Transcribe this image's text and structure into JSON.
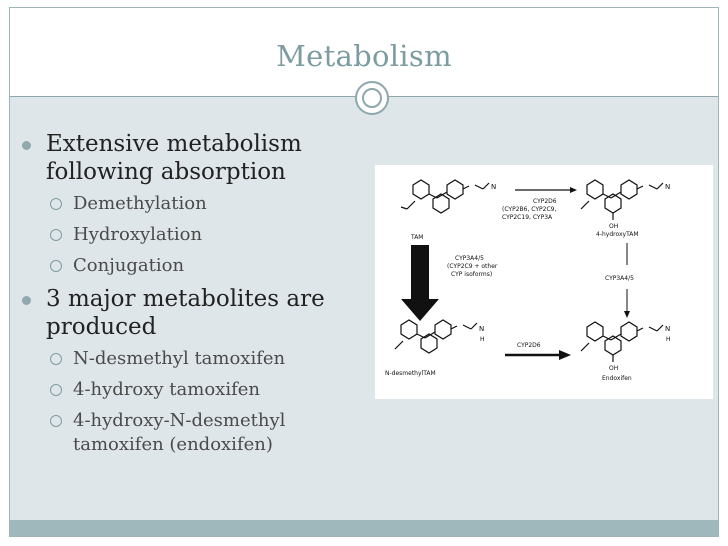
{
  "slide": {
    "title": "Metabolism",
    "bullets": [
      {
        "text": "Extensive metabolism following absorption",
        "sub": [
          "Demethylation",
          "Hydroxylation",
          "Conjugation"
        ]
      },
      {
        "text": " 3 major metabolites are produced",
        "sub": [
          "N-desmethyl tamoxifen",
          "4-hydroxy tamoxifen",
          "4-hydroxy-N-desmethyl tamoxifen (endoxifen)"
        ]
      }
    ]
  },
  "figure": {
    "labels": {
      "tam": "TAM",
      "cyp2d6_top": "CYP2D6",
      "cyp_top_sub1": "(CYP2B6, CYP2C9,",
      "cyp_top_sub2": "CYP2C19, CYP3A",
      "hydroxy_tam": "4-hydroxyTAM",
      "cyp3a45": "CYP3A4/5",
      "cyp3a45_sub1": "(CYP2C9 + other",
      "cyp3a45_sub2": "CYP isoforms)",
      "cyp3a45_right": "CYP3A4/5",
      "n_desmethyl": "N-desmethylTAM",
      "cyp2d6_bottom": "CYP2D6",
      "endoxifen": "Endoxifen",
      "oh_top": "OH",
      "oh_bottom": "OH",
      "nh_left": "N",
      "nh_h": "H",
      "nh_right": "N",
      "nh_right_h": "H",
      "n_top_left": "N",
      "n_top_right": "N"
    }
  },
  "colors": {
    "title": "#7c9ca0",
    "background": "#dfe6ea",
    "accent": "#9eb8bc",
    "bullet": "#8fa9ad"
  }
}
